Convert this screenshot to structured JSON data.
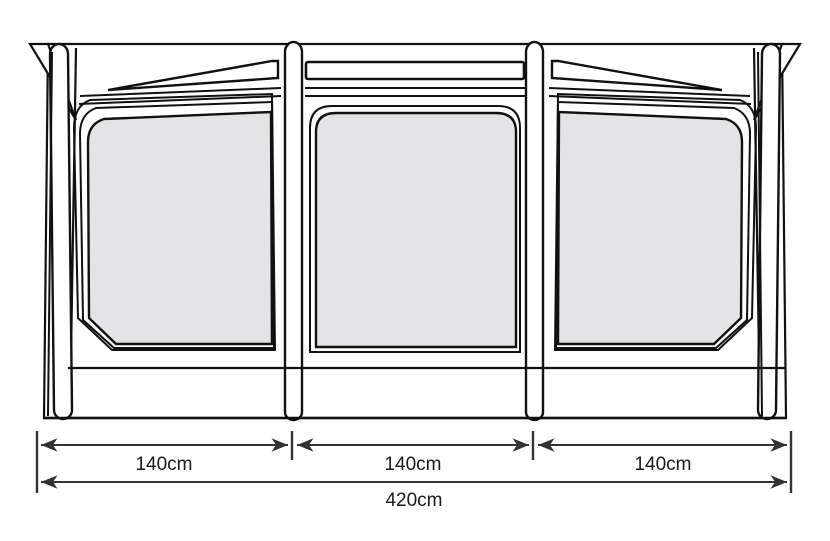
{
  "diagram": {
    "title": "Awning Front Elevation Dimension Diagram",
    "subject": "three-panel inflatable awning front view",
    "background_color": "#ffffff",
    "line_color": "#111111",
    "window_fill_color": "#e4e4e6",
    "panel_fill_color": "#ffffff"
  },
  "dimensions": {
    "segments": [
      {
        "label": "140cm",
        "value": 140,
        "unit": "cm",
        "panel": "left"
      },
      {
        "label": "140cm",
        "value": 140,
        "unit": "cm",
        "panel": "centre"
      },
      {
        "label": "140cm",
        "value": 140,
        "unit": "cm",
        "panel": "right"
      }
    ],
    "total": {
      "label": "420cm",
      "value": 420,
      "unit": "cm"
    }
  },
  "structure": {
    "panels": [
      {
        "name": "left-panel",
        "window": "rounded-top-left-chamfered-bottom-left",
        "vent": "tapered-wedge-vent"
      },
      {
        "name": "centre-panel",
        "window": "rounded-top-rectangular",
        "vent": "horizontal-slot-vent"
      },
      {
        "name": "right-panel",
        "window": "rounded-top-right-chamfered-bottom-right",
        "vent": "tapered-wedge-vent"
      }
    ],
    "poles": [
      {
        "name": "left-outer-pole"
      },
      {
        "name": "left-inner-pole"
      },
      {
        "name": "right-inner-pole"
      },
      {
        "name": "right-outer-pole"
      }
    ],
    "guy_flaps": [
      {
        "name": "left-guy-flap"
      },
      {
        "name": "right-guy-flap"
      }
    ],
    "skirt": {
      "name": "bottom-skirt-band"
    }
  }
}
